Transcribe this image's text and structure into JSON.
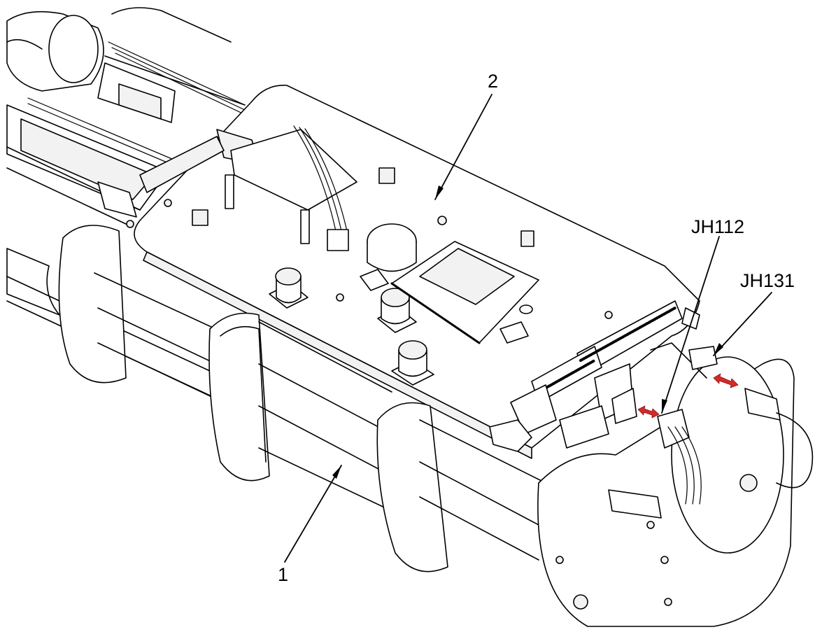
{
  "callouts": {
    "part_1": "1",
    "part_2": "2",
    "jh112": "JH112",
    "jh131": "JH131"
  },
  "colors": {
    "line": "#000000",
    "shade": "#f2f2f2",
    "connection_arrow": "#d42a2a"
  }
}
